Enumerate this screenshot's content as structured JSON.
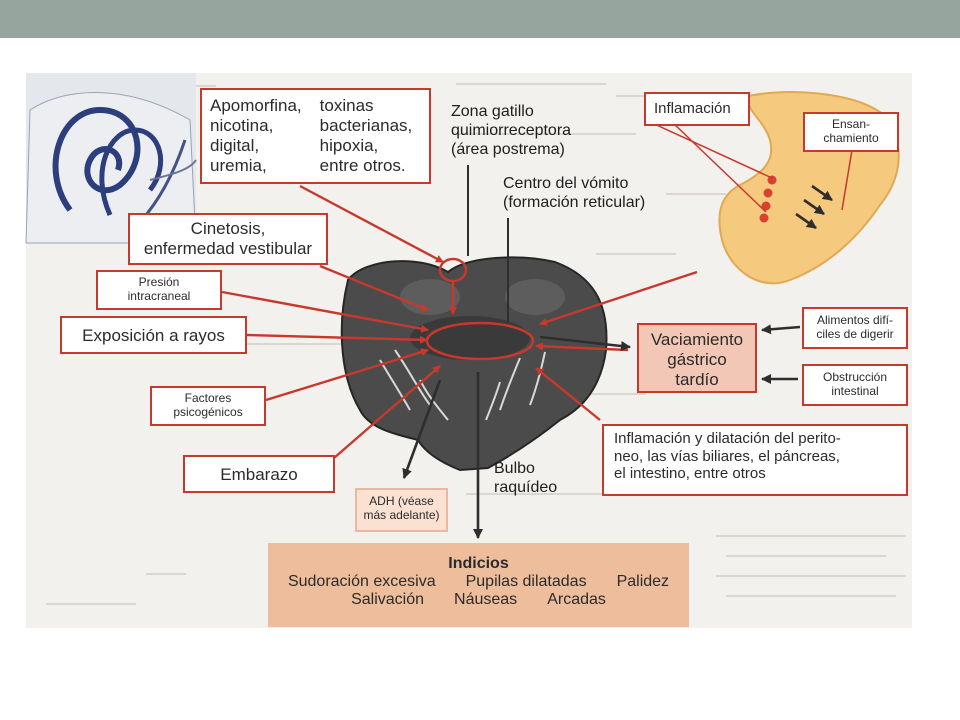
{
  "colors": {
    "header_bar": "#96a59d",
    "arrow_red": "#c8392d",
    "arrow_dark": "#2e2e2e",
    "box_fill_pink": "#f2c7b5",
    "indicios_fill": "#eebd9c",
    "stomach": "#f5c97e"
  },
  "boxes": {
    "causas_quimicas": {
      "col1": [
        "Apomorfina,",
        "nicotina,",
        "digital,",
        "uremia,"
      ],
      "col2": [
        "toxinas",
        "bacterianas,",
        "hipoxia,",
        "entre otros."
      ]
    },
    "cinetosis": [
      "Cinetosis,",
      "enfermedad vestibular"
    ],
    "presion": [
      "Presión",
      "intracraneal"
    ],
    "exposicion": "Exposición a rayos",
    "factores": [
      "Factores",
      "psicogénicos"
    ],
    "embarazo": "Embarazo",
    "adh": [
      "ADH (véase",
      "más adelante)"
    ],
    "inflamacion_estomago": "Inflamación",
    "ensanchamiento": [
      "Ensan-",
      "chamiento"
    ],
    "vaciamiento": [
      "Vaciamiento",
      "gástrico",
      "tardío"
    ],
    "alimentos": [
      "Alimentos difí-",
      "ciles de digerir"
    ],
    "obstruccion": [
      "Obstrucción",
      "intestinal"
    ],
    "inflamacion_dilatacion": [
      "Inflamación y dilatación del perito-",
      "neo, las vías biliares, el páncreas,",
      "el intestino, entre otros"
    ]
  },
  "labels": {
    "zona_gatillo": [
      "Zona gatillo",
      "quimiorreceptora",
      "(área postrema)"
    ],
    "centro_vomito": [
      "Centro del vómito",
      "(formación reticular)"
    ],
    "bulbo": [
      "Bulbo",
      "raquídeo"
    ]
  },
  "indicios": {
    "title": "Indicios",
    "row1": [
      "Sudoración excesiva",
      "Pupilas dilatadas",
      "Palidez"
    ],
    "row2": [
      "Salivación",
      "Náuseas",
      "Arcadas"
    ]
  }
}
